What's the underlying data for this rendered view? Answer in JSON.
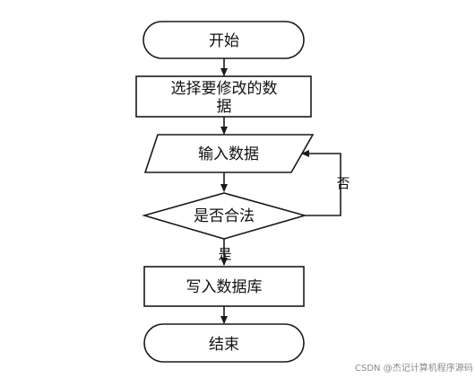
{
  "flowchart": {
    "nodes": {
      "start": {
        "label": "开始"
      },
      "select": {
        "line1": "选择要修改的数",
        "line2": "据"
      },
      "input": {
        "label": "输入数据"
      },
      "decision": {
        "label": "是否合法"
      },
      "write": {
        "label": "写入数据库"
      },
      "end": {
        "label": "结束"
      }
    },
    "edges": {
      "yes_label": "是",
      "no_label": "否"
    }
  },
  "watermark": {
    "text": "CSDN @杰记计算机程序源码"
  }
}
